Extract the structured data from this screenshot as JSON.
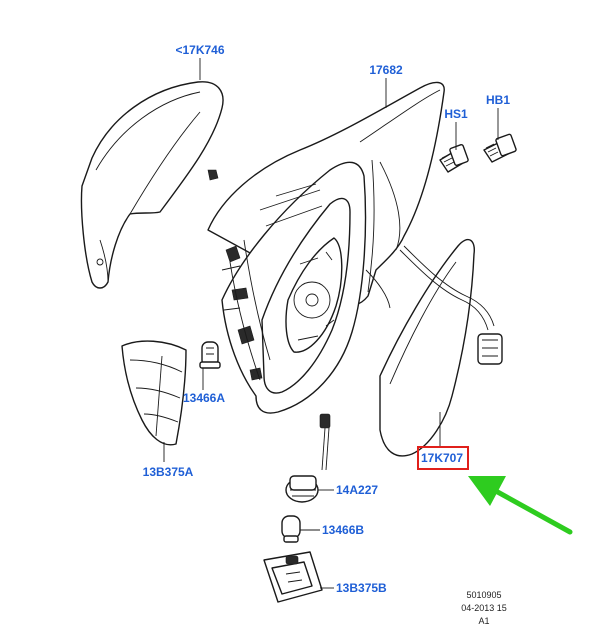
{
  "colors": {
    "label": "#1f5fd6",
    "line": "#1a1a1a",
    "highlight_box": "#e0201b",
    "arrow": "#2ecc1f"
  },
  "labels": {
    "cap": "<17K746",
    "housing": "17682",
    "hs1": "HS1",
    "hb1": "HB1",
    "bulb_a": "13466A",
    "lamp_a": "13B375A",
    "glass": "17K707",
    "harness": "14A227",
    "bulb_b": "13466B",
    "lamp_b": "13B375B"
  },
  "reference": {
    "line1": "5010905",
    "line2": "04-2013 15",
    "line3": "A1"
  }
}
